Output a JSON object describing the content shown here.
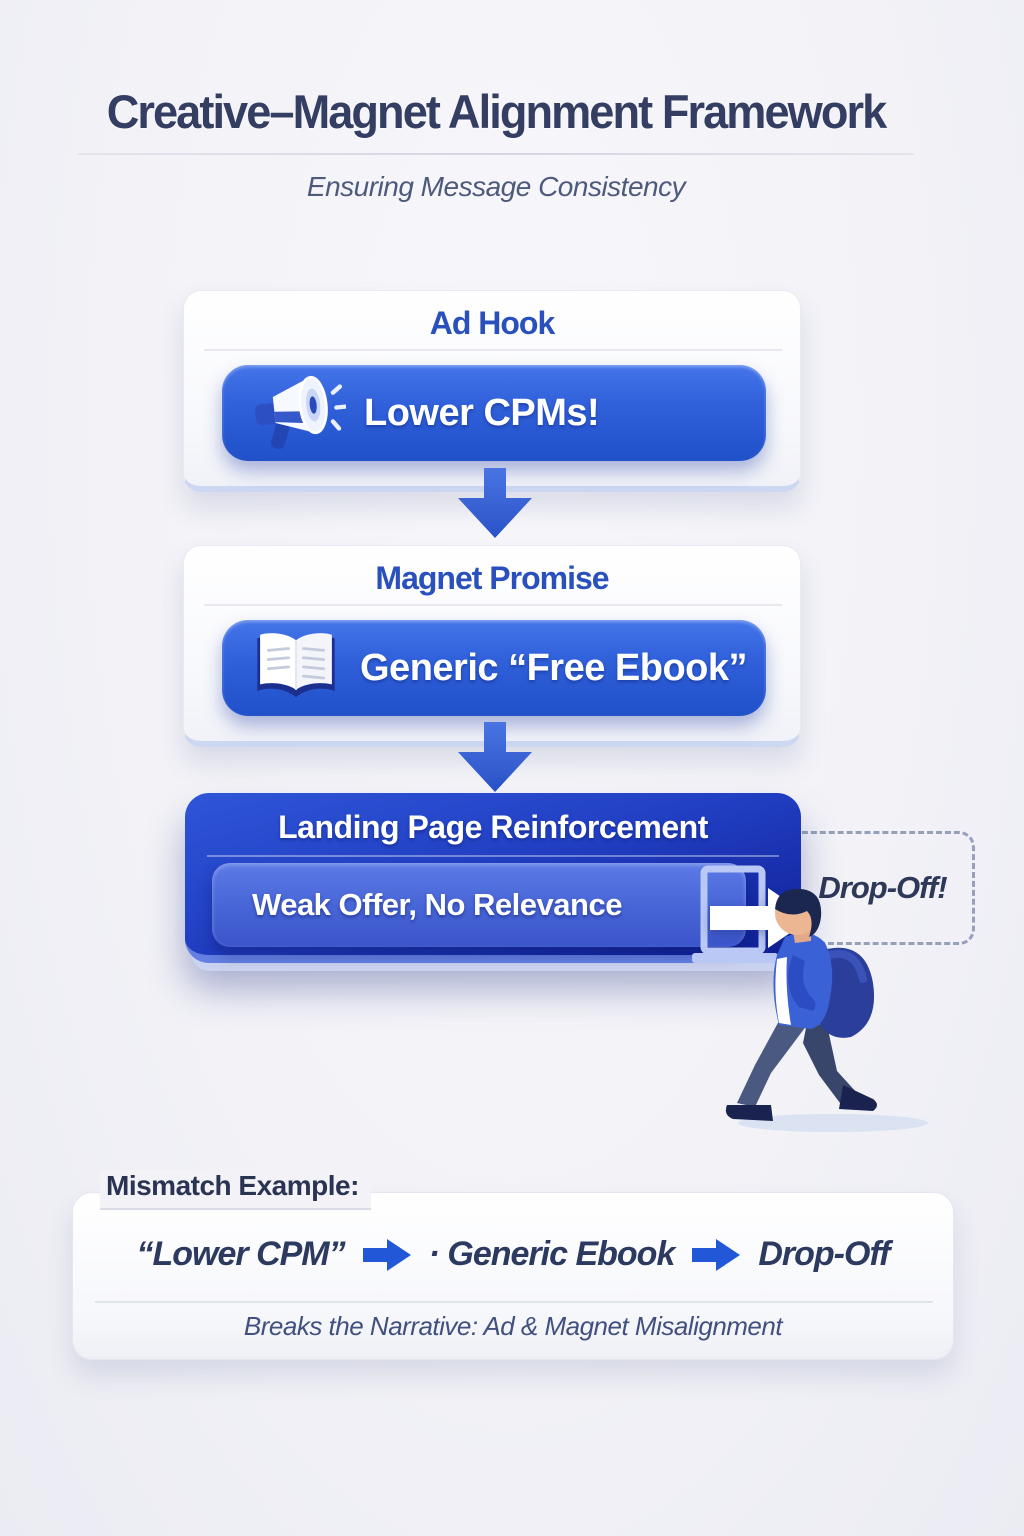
{
  "page": {
    "title": "Creative–Magnet Alignment Framework",
    "subtitle": "Ensuring Message Consistency"
  },
  "flow": {
    "ad_hook": {
      "header": "Ad Hook",
      "button_label": "Lower CPMs!",
      "icon": "megaphone-icon"
    },
    "magnet_promise": {
      "header": "Magnet Promise",
      "button_label": "Generic “Free Ebook”",
      "icon": "open-book-icon"
    },
    "landing_page": {
      "header": "Landing Page Reinforcement",
      "button_label": "Weak Offer, No Relevance",
      "icon": "exit-door-icon"
    },
    "drop_off_label": "Drop-Off!"
  },
  "mismatch": {
    "label": "Mismatch Example:",
    "steps": [
      "“Lower CPM”",
      "· Generic Ebook",
      "Drop-Off"
    ],
    "note": "Breaks the Narrative: Ad & Magnet Misalignment"
  },
  "colors": {
    "background": "#f2f2f7",
    "title_navy": "#343e62",
    "header_blue": "#2950bc",
    "pill_blue_top": "#4475e9",
    "pill_blue_bottom": "#2151c9",
    "dark_card_top": "#2f55d8",
    "dark_card_bottom": "#0f1f96",
    "arrow_blue": "#2f5cd6",
    "dashed_border": "#97a0ba",
    "flow_navy": "#2c3a60"
  }
}
